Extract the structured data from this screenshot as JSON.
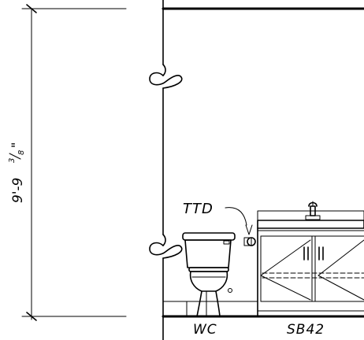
{
  "dimension": {
    "text": "9'-9",
    "fraction_num": "3",
    "fraction_den": "8",
    "inch_mark": "\""
  },
  "labels": {
    "ttd": "TTD",
    "wc": "WC",
    "sb42": "SB42"
  },
  "faucet_label": "||"
}
